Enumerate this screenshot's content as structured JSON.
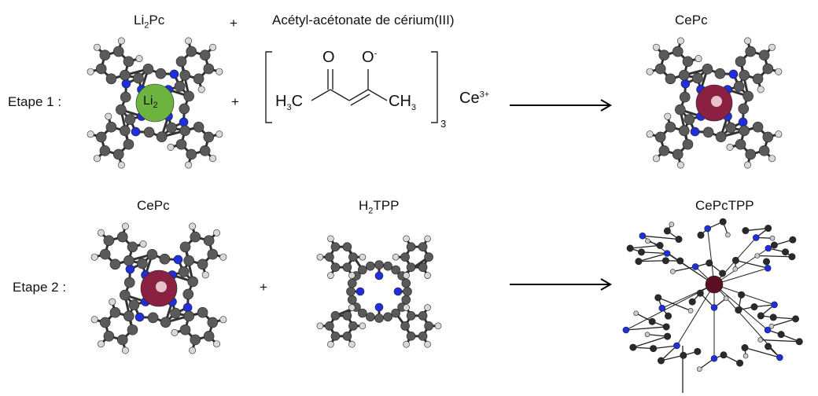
{
  "step1": {
    "label": "Etape 1 :",
    "reactant1": {
      "name_main": "Li",
      "name_sub": "2",
      "name_tail": "Pc",
      "center_main": "Li",
      "center_sub": "2"
    },
    "reactant2": {
      "name": "Acétyl-acétonate de cérium(III)",
      "atom_o1": "O",
      "atom_o2": "O",
      "o2_charge": "-",
      "left_group_main": "H",
      "left_group_sub": "3",
      "left_group_tail": "C",
      "right_group_main": "CH",
      "right_group_sub": "3",
      "bracket_sub": "3",
      "ion_main": "Ce",
      "ion_sup": "3+"
    },
    "product": {
      "name": "CePc"
    },
    "plus_top": "+",
    "plus_mid": "+"
  },
  "step2": {
    "label": "Etape 2 :",
    "reactant1": {
      "name": "CePc"
    },
    "reactant2": {
      "name_main": "H",
      "name_sub": "2",
      "name_tail": "TPP"
    },
    "product": {
      "name": "CePcTPP"
    },
    "plus": "+"
  },
  "colors": {
    "carbon": "#5a5a5a",
    "nitrogen": "#1f2fe0",
    "hydrogen": "#d9d9d9",
    "lithium": "#6cb33f",
    "cerium": "#8b2142",
    "arrow": "#000000"
  }
}
